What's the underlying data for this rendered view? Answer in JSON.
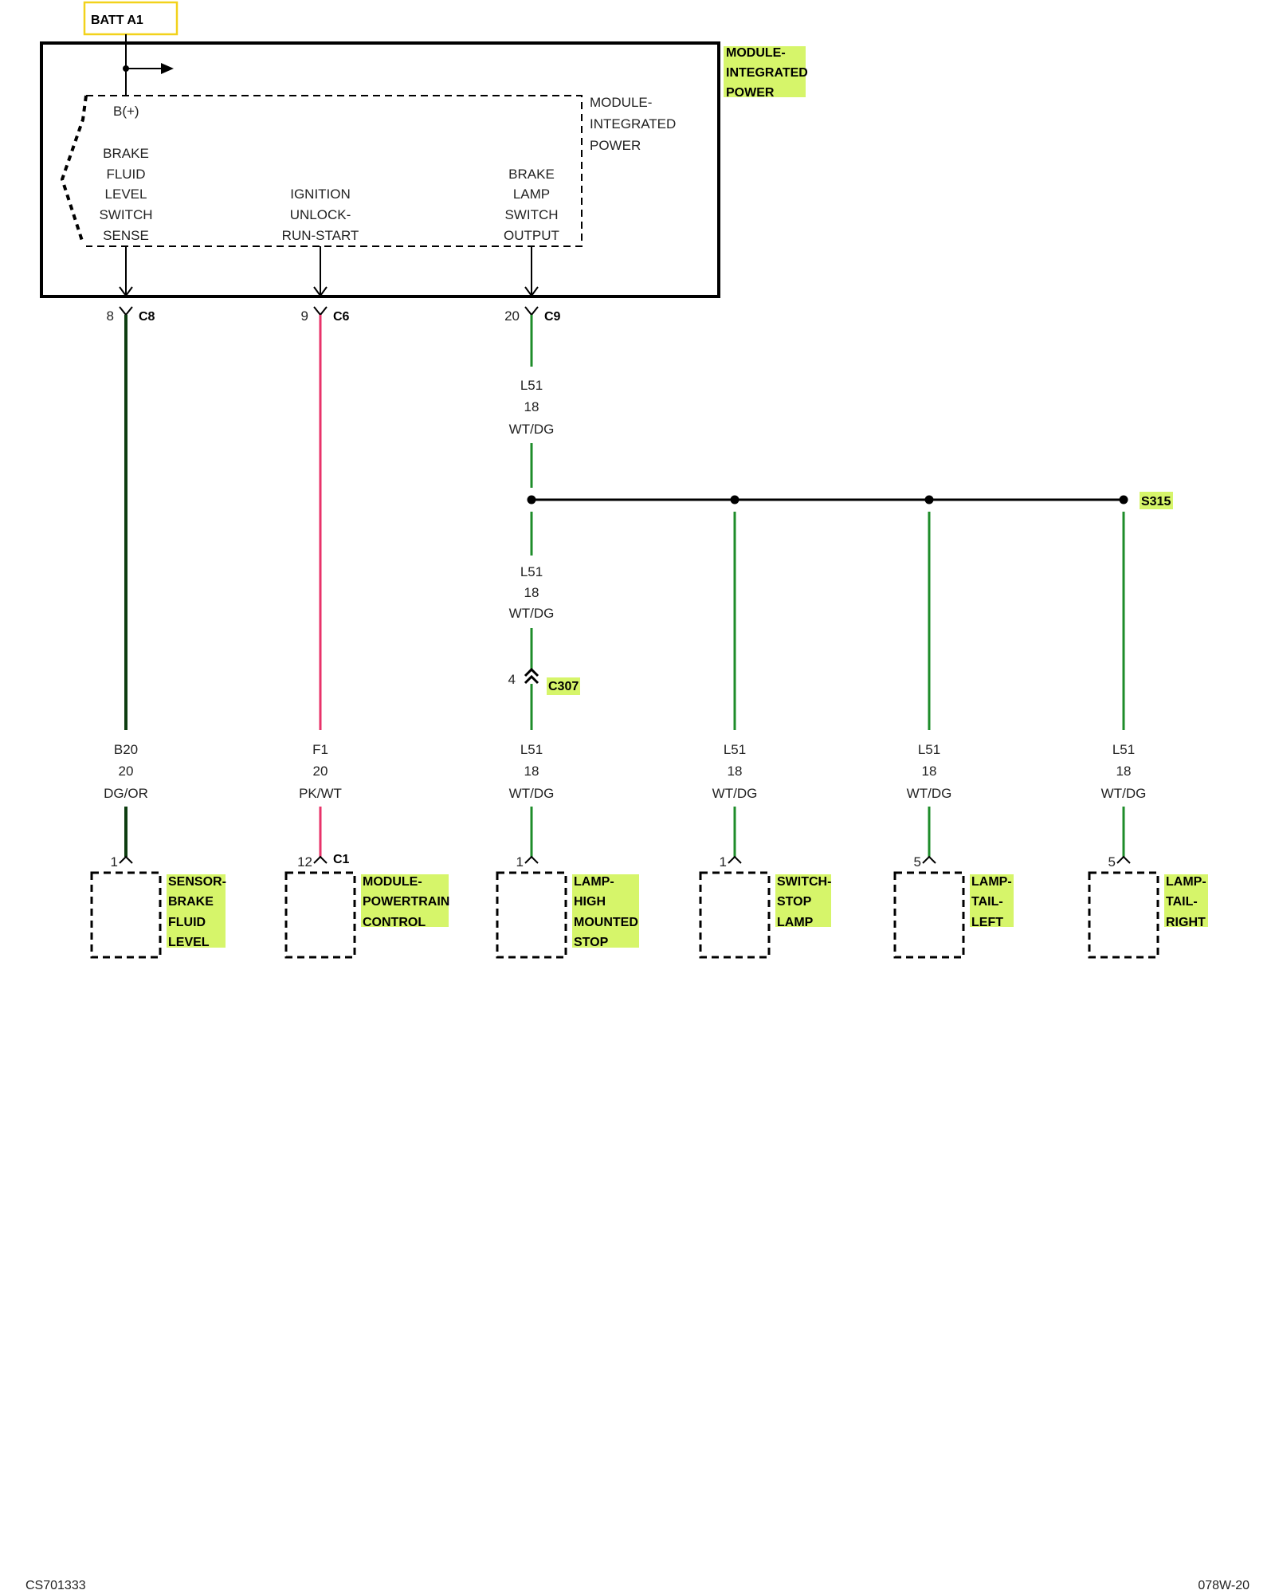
{
  "colors": {
    "highlight": "#d6f56a",
    "batt_box_border": "#f2d21b",
    "wire_green": "#1e8c2a",
    "wire_dark_green": "#0d3d10",
    "wire_pink": "#e8336a"
  },
  "batt_label": "BATT A1",
  "module": {
    "name_lines": [
      "MODULE-",
      "INTEGRATED",
      "POWER"
    ],
    "inner_name_lines": [
      "MODULE-",
      "INTEGRATED",
      "POWER"
    ],
    "bplus": "B(+)",
    "pins": [
      {
        "lines": [
          "BRAKE",
          "FLUID",
          "LEVEL",
          "SWITCH",
          "SENSE"
        ],
        "pin": "8",
        "connector": "C8"
      },
      {
        "lines": [
          "IGNITION",
          "UNLOCK-",
          "RUN-START"
        ],
        "pin": "9",
        "connector": "C6"
      },
      {
        "lines": [
          "BRAKE",
          "LAMP",
          "SWITCH",
          "OUTPUT"
        ],
        "pin": "20",
        "connector": "C9"
      }
    ]
  },
  "wires": {
    "trunk": {
      "circuit": "L51",
      "gauge": "18",
      "color": "WT/DG"
    },
    "trunk_lower": {
      "circuit": "L51",
      "gauge": "18",
      "color": "WT/DG"
    },
    "splice": "S315",
    "inline_connector": {
      "pin": "4",
      "name": "C307"
    }
  },
  "branches": [
    {
      "circuit": "B20",
      "gauge": "20",
      "color": "DG/OR",
      "pin": "1",
      "connector": "",
      "dest_lines": [
        "SENSOR-",
        "BRAKE",
        "FLUID",
        "LEVEL"
      ]
    },
    {
      "circuit": "F1",
      "gauge": "20",
      "color": "PK/WT",
      "pin": "12",
      "connector": "C1",
      "dest_lines": [
        "MODULE-",
        "POWERTRAIN",
        "CONTROL"
      ]
    },
    {
      "circuit": "L51",
      "gauge": "18",
      "color": "WT/DG",
      "pin": "1",
      "connector": "",
      "dest_lines": [
        "LAMP-",
        "HIGH",
        "MOUNTED",
        "STOP"
      ]
    },
    {
      "circuit": "L51",
      "gauge": "18",
      "color": "WT/DG",
      "pin": "1",
      "connector": "",
      "dest_lines": [
        "SWITCH-",
        "STOP",
        "LAMP"
      ]
    },
    {
      "circuit": "L51",
      "gauge": "18",
      "color": "WT/DG",
      "pin": "5",
      "connector": "",
      "dest_lines": [
        "LAMP-",
        "TAIL-",
        "LEFT"
      ]
    },
    {
      "circuit": "L51",
      "gauge": "18",
      "color": "WT/DG",
      "pin": "5",
      "connector": "",
      "dest_lines": [
        "LAMP-",
        "TAIL-",
        "RIGHT"
      ]
    }
  ],
  "footer": {
    "left": "CS701333",
    "right": "078W-20"
  }
}
